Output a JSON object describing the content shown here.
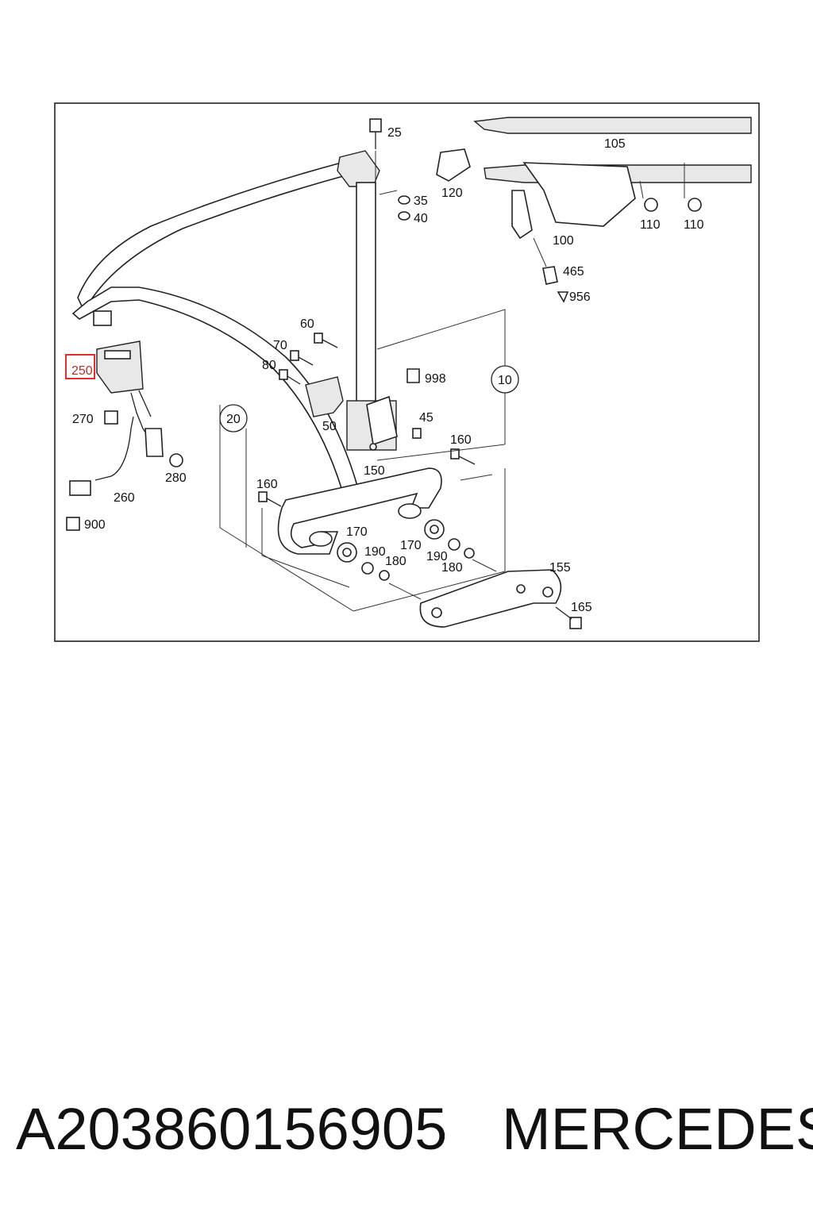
{
  "diagram": {
    "labels": [
      "25",
      "35",
      "40",
      "105",
      "120",
      "100",
      "110",
      "110",
      "465",
      "956",
      "60",
      "70",
      "80",
      "50",
      "998",
      "45",
      "10",
      "20",
      "160",
      "160",
      "150",
      "170",
      "190",
      "180",
      "170",
      "190",
      "180",
      "155",
      "165",
      "270",
      "280",
      "260",
      "900",
      "250"
    ],
    "highlighted_label": "250"
  },
  "caption": {
    "part_number": "A203860156905",
    "brand": "MERCEDES"
  },
  "colors": {
    "highlight": "#e03030",
    "line": "#222222"
  }
}
